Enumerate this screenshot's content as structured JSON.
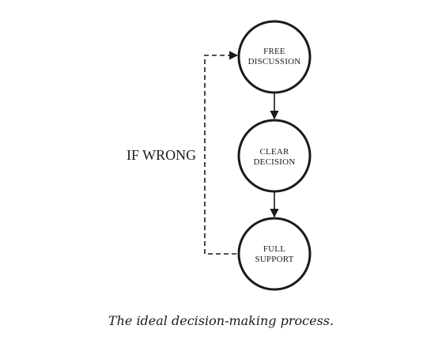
{
  "diagram": {
    "nodes": [
      {
        "id": "free-discussion",
        "lines": [
          "FREE",
          "DISCUSSION"
        ]
      },
      {
        "id": "clear-decision",
        "lines": [
          "CLEAR",
          "DECISION"
        ]
      },
      {
        "id": "full-support",
        "lines": [
          "FULL",
          "SUPPORT"
        ]
      }
    ],
    "edges": [
      {
        "from": "free-discussion",
        "to": "clear-decision",
        "style": "solid"
      },
      {
        "from": "clear-decision",
        "to": "full-support",
        "style": "solid"
      },
      {
        "from": "full-support",
        "to": "free-discussion",
        "style": "dashed",
        "label": "IF WRONG"
      }
    ]
  },
  "caption": "The ideal decision-making process.",
  "colors": {
    "ink": "#1a1a1a",
    "background": "#ffffff"
  }
}
